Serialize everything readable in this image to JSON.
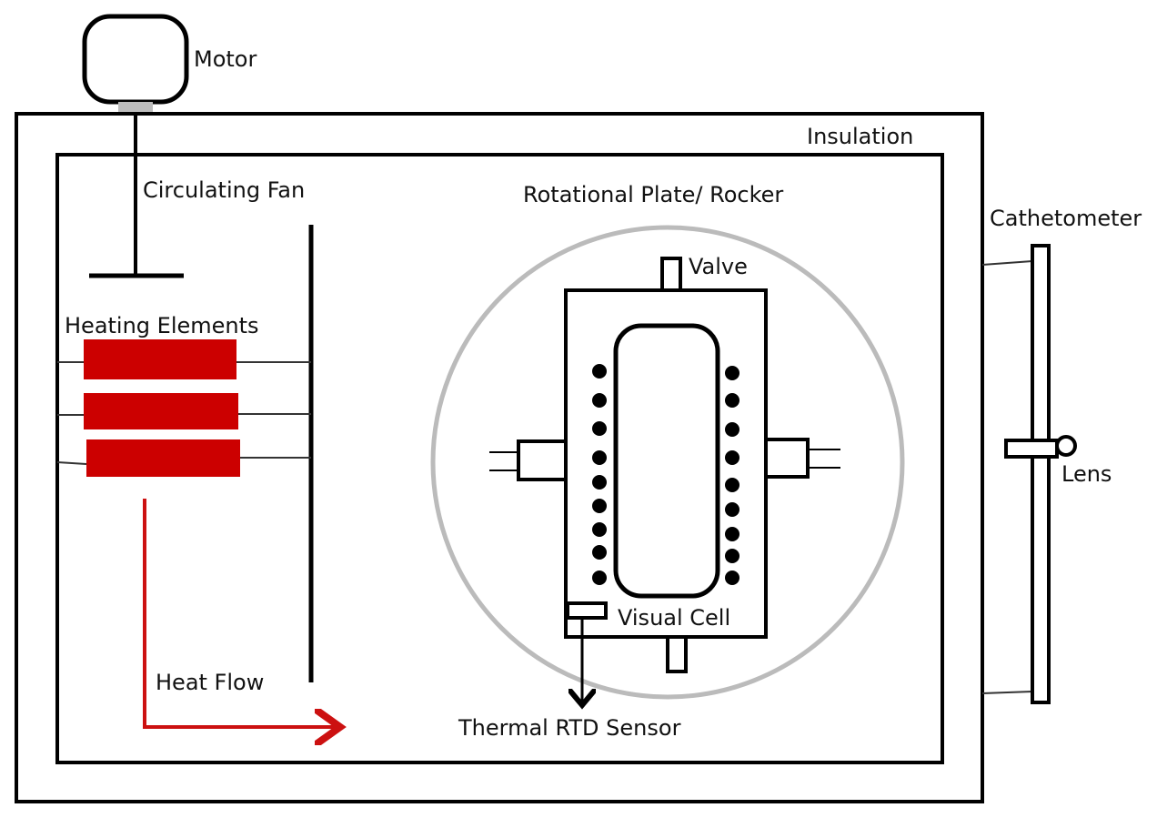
{
  "labels": {
    "motor": "Motor",
    "insulation": "Insulation",
    "circulating_fan": "Circulating Fan",
    "rotational_plate": "Rotational Plate/ Rocker",
    "cathetometer": "Cathetometer",
    "valve": "Valve",
    "heating_elements": "Heating Elements",
    "lens": "Lens",
    "visual_cell": "Visual Cell",
    "heat_flow": "Heat Flow",
    "thermal_rtd_sensor": "Thermal RTD Sensor"
  },
  "colors": {
    "line": "#000000",
    "heating_element": "#cc0000",
    "heat_flow_arrow": "#cc1111",
    "rocker_circle": "#bbbbbb",
    "motor_coupling": "#bdbdbd"
  }
}
